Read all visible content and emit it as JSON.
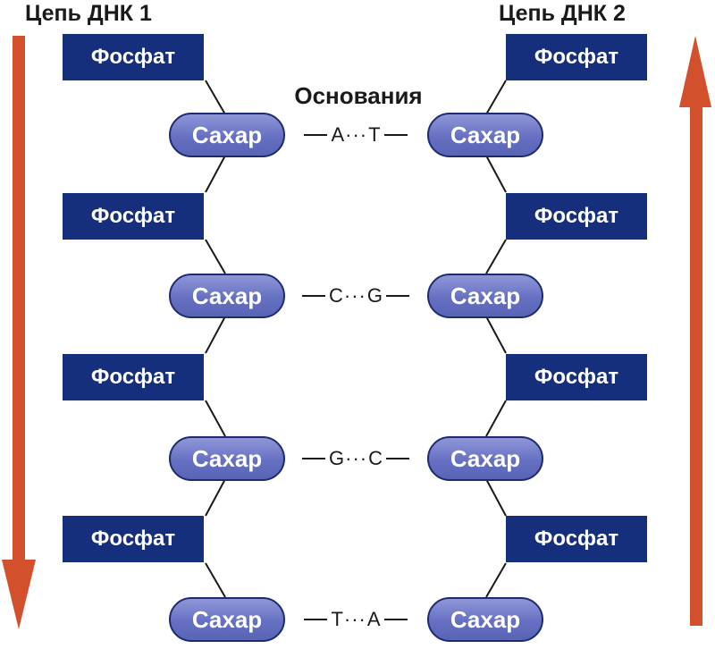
{
  "strand1": {
    "title": "Цепь ДНК 1"
  },
  "strand2": {
    "title": "Цепь ДНК 2"
  },
  "bases_label": "Основания",
  "phosphate_label": "Фосфат",
  "sugar_label": "Сахар",
  "pairs": [
    {
      "left": "A",
      "right": "T"
    },
    {
      "left": "C",
      "right": "G"
    },
    {
      "left": "G",
      "right": "C"
    },
    {
      "left": "T",
      "right": "A"
    }
  ],
  "colors": {
    "phosphate": "#162f7c",
    "sugar": "#6670c2",
    "arrow": "#d2502b"
  },
  "arrows": {
    "strand1": "down",
    "strand2": "up"
  }
}
